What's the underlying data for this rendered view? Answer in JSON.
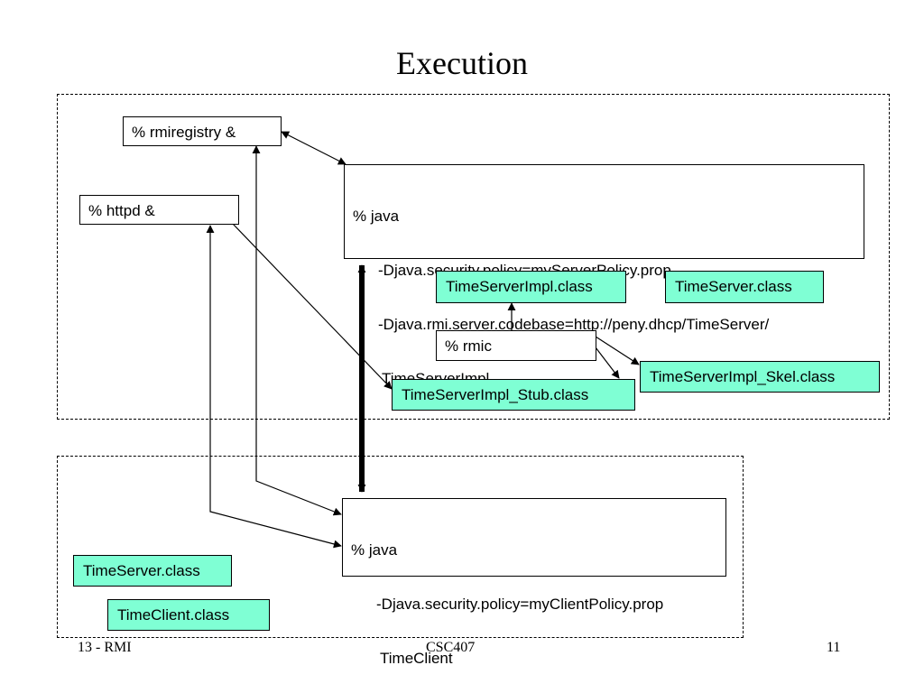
{
  "title": "Execution",
  "server": {
    "rmiregistry": "% rmiregistry &",
    "httpd": "% httpd &",
    "java_cmd": {
      "line1": "% java",
      "line2": "-Djava.security.policy=myServerPolicy.prop",
      "line3": "-Djava.rmi.server.codebase=http://peny.dhcp/TimeServer/",
      "line4": "TimeServerImpl"
    },
    "rmic": "% rmic",
    "classes": {
      "impl": "TimeServerImpl.class",
      "iface": "TimeServer.class",
      "skel": "TimeServerImpl_Skel.class",
      "stub": "TimeServerImpl_Stub.class"
    }
  },
  "client": {
    "java_cmd": {
      "line1": "% java",
      "line2": "-Djava.security.policy=myClientPolicy.prop",
      "line3": "TimeClient"
    },
    "classes": {
      "iface": "TimeServer.class",
      "client": "TimeClient.class"
    }
  },
  "footer": {
    "left": "13 - RMI",
    "center": "CSC407",
    "right": "11"
  },
  "colors": {
    "class_box": "#7fffd4",
    "border": "#000000"
  }
}
